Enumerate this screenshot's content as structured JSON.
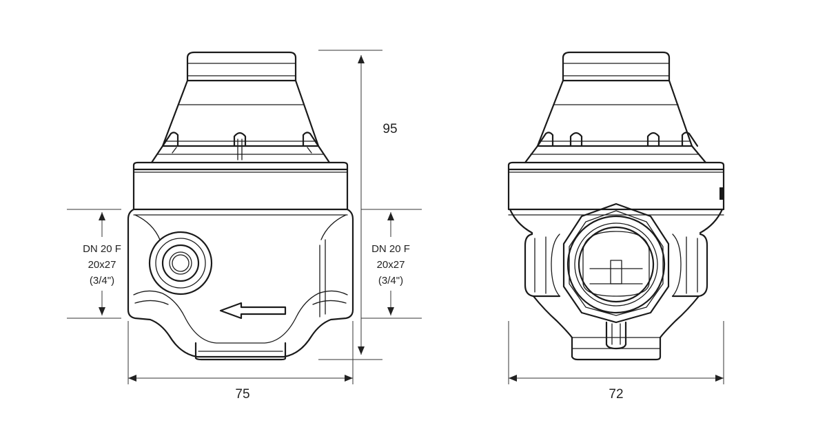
{
  "drawing": {
    "left_view": {
      "connection_left": {
        "line1": "DN 20 F",
        "line2": "20x27",
        "line3": "(3/4\")"
      },
      "connection_right": {
        "line1": "DN 20 F",
        "line2": "20x27",
        "line3": "(3/4\")"
      },
      "height_dimension": "95",
      "width_dimension": "75"
    },
    "right_view": {
      "width_dimension": "72"
    }
  }
}
